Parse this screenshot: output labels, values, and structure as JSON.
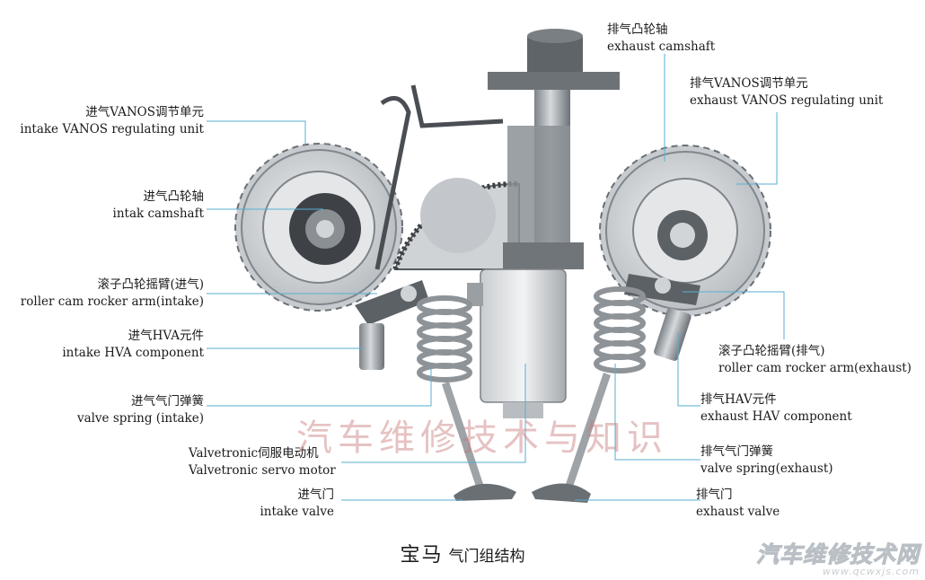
{
  "labels": {
    "exhaust_camshaft": {
      "zh": "排气凸轮轴",
      "en": "exhaust camshaft"
    },
    "exhaust_vanos": {
      "zh": "排气VANOS调节单元",
      "en": "exhaust VANOS regulating unit"
    },
    "intake_vanos": {
      "zh": "进气VANOS调节单元",
      "en": "intake VANOS regulating unit"
    },
    "intake_camshaft": {
      "zh": "进气凸轮轴",
      "en": "intak camshaft"
    },
    "roller_rocker_intake": {
      "zh": "滚子凸轮摇臂(进气)",
      "en": "roller cam rocker arm(intake)"
    },
    "intake_hva": {
      "zh": "进气HVA元件",
      "en": "intake HVA component"
    },
    "roller_rocker_exhaust": {
      "zh": "滚子凸轮摇臂(排气)",
      "en": "roller cam rocker arm(exhaust)"
    },
    "exhaust_hav": {
      "zh": "排气HAV元件",
      "en": "exhaust HAV component"
    },
    "valve_spring_intake": {
      "zh": "进气气门弹簧",
      "en": "valve spring (intake)"
    },
    "servo_motor": {
      "zh": "Valvetronic伺服电动机",
      "en": "Valvetronic servo motor"
    },
    "valve_spring_exhaust": {
      "zh": "排气气门弹簧",
      "en": "valve spring(exhaust)"
    },
    "intake_valve": {
      "zh": "进气门",
      "en": "intake valve"
    },
    "exhaust_valve": {
      "zh": "排气门",
      "en": "exhaust valve"
    }
  },
  "caption": {
    "main": "宝马",
    "sub": "气门组结构"
  },
  "watermark": "汽车维修技术与知识",
  "logo": {
    "title": "汽车维修技术网",
    "url": "www.qcwxjs.com"
  },
  "colors": {
    "leader": "#5aaed0",
    "metal": "#9aa0a6",
    "dark": "#505459"
  }
}
